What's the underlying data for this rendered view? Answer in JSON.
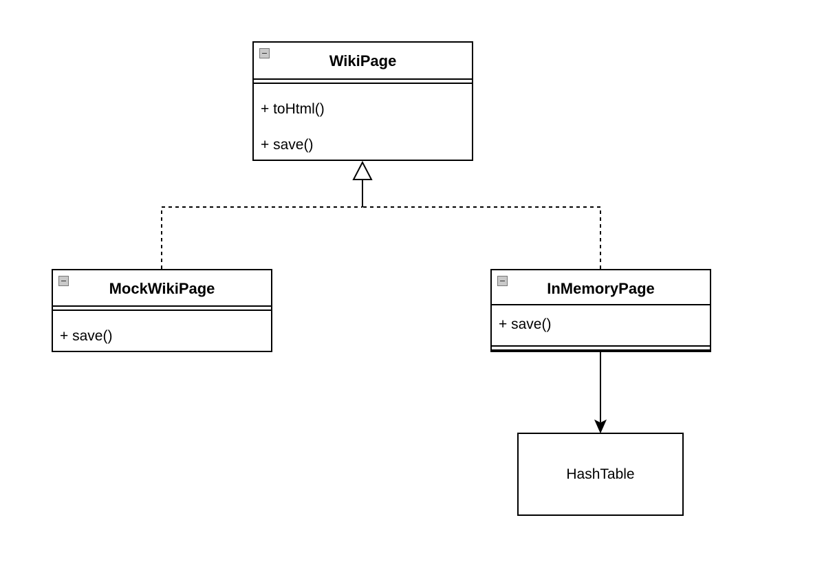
{
  "diagram": {
    "classes": {
      "wiki_page": {
        "name": "WikiPage",
        "methods": [
          "+ toHtml()",
          "+ save()"
        ]
      },
      "mock_wiki_page": {
        "name": "MockWikiPage",
        "methods": [
          "+ save()"
        ]
      },
      "in_memory_page": {
        "name": "InMemoryPage",
        "methods": [
          "+ save()"
        ]
      }
    },
    "boxes": {
      "hash_table": {
        "label": "HashTable"
      }
    },
    "relationships": [
      {
        "type": "realization",
        "from": "MockWikiPage",
        "to": "WikiPage"
      },
      {
        "type": "realization",
        "from": "InMemoryPage",
        "to": "WikiPage"
      },
      {
        "type": "association",
        "from": "InMemoryPage",
        "to": "HashTable"
      }
    ]
  }
}
